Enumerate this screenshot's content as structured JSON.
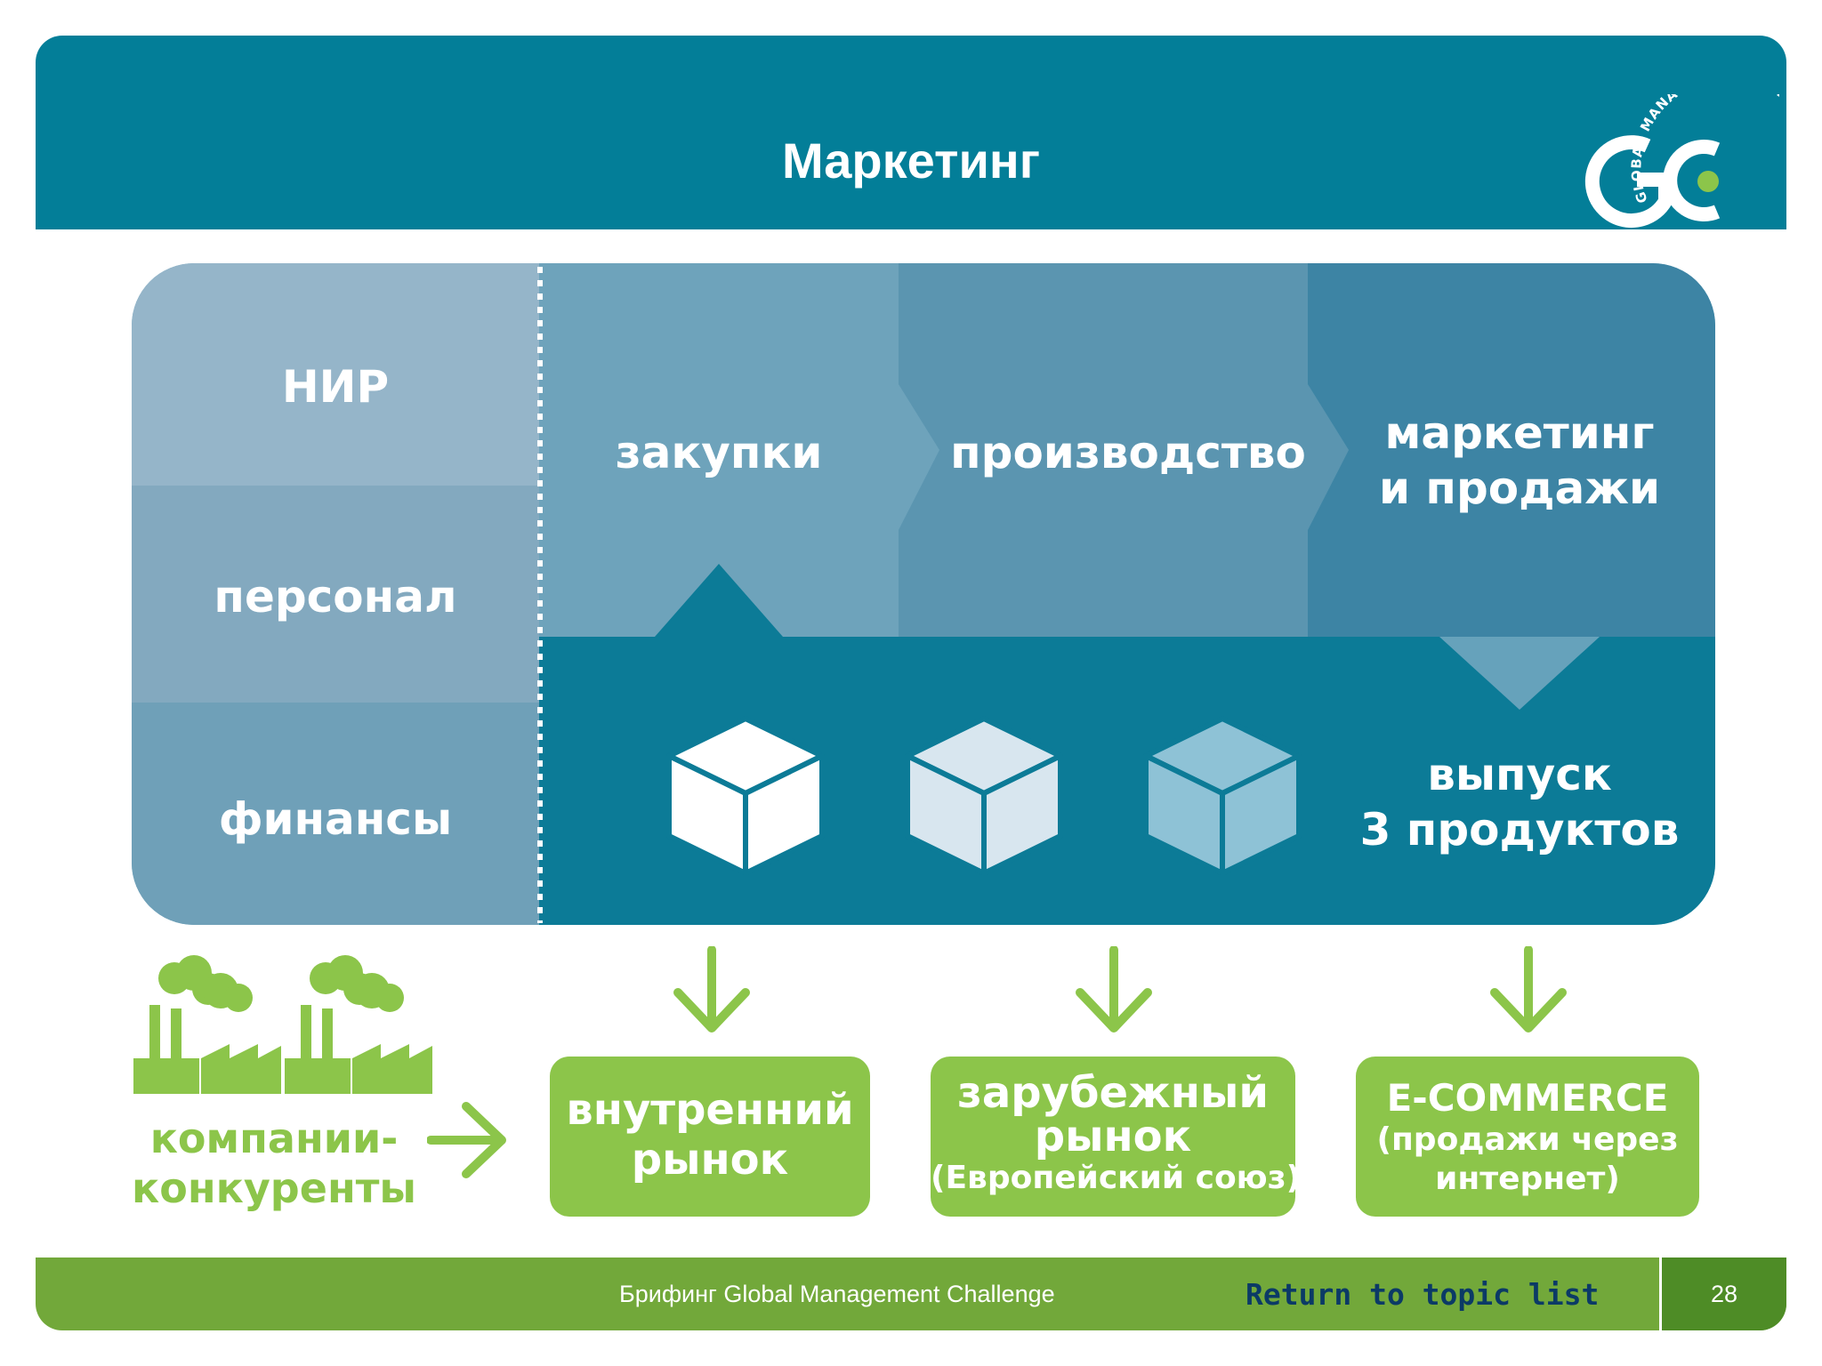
{
  "header": {
    "title": "Маркетинг",
    "logo_text": "GLOBAL MANAGEMENT CHALLENGE",
    "logo_mark": "GC",
    "logo_registered": "®"
  },
  "diagram": {
    "left_rows": [
      "НИР",
      "персонал",
      "финансы"
    ],
    "stages": {
      "purchasing": "закупки",
      "production": "производство",
      "marketing_line1": "маркетинг",
      "marketing_line2": "и продажи"
    },
    "output_line1": "выпуск",
    "output_line2": "3 продуктов",
    "cube_icons": [
      "cube-icon",
      "cube-icon",
      "cube-icon"
    ]
  },
  "competitors": {
    "line1": "компании-",
    "line2": "конкуренты",
    "icons": [
      "factory-icon",
      "factory-icon"
    ]
  },
  "markets": [
    {
      "line1": "внутренний",
      "line2": "рынок"
    },
    {
      "line1": "зарубежный",
      "line2": "рынок",
      "line3": "(Европейский союз)"
    },
    {
      "line1": "E-COMMERCE",
      "line2": "(продажи через",
      "line3": "интернет)"
    }
  ],
  "footer": {
    "text": "Брифинг Global Management Challenge",
    "link": "Return to topic list",
    "page": "28"
  },
  "colors": {
    "header_teal": "#037e98",
    "green": "#8cc54a",
    "footer_green": "#72a83a"
  }
}
